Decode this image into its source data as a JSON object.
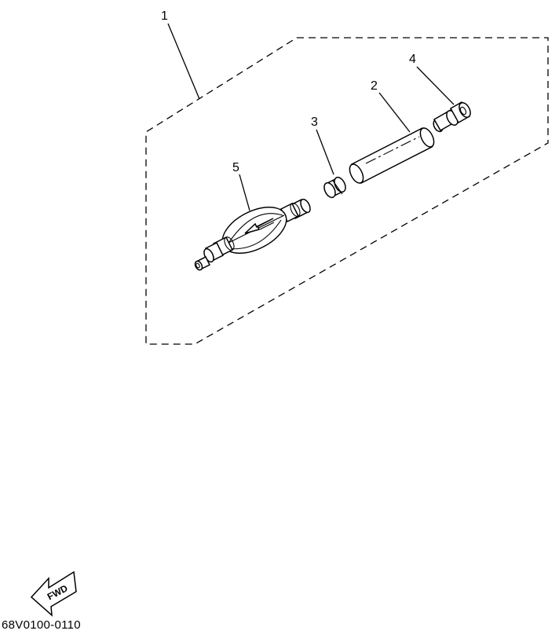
{
  "callouts": [
    {
      "id": "1",
      "label": "1"
    },
    {
      "id": "2",
      "label": "2"
    },
    {
      "id": "3",
      "label": "3"
    },
    {
      "id": "4",
      "label": "4"
    },
    {
      "id": "5",
      "label": "5"
    }
  ],
  "fwd_label": "FWD",
  "diagram_code": "68V0100-0110"
}
